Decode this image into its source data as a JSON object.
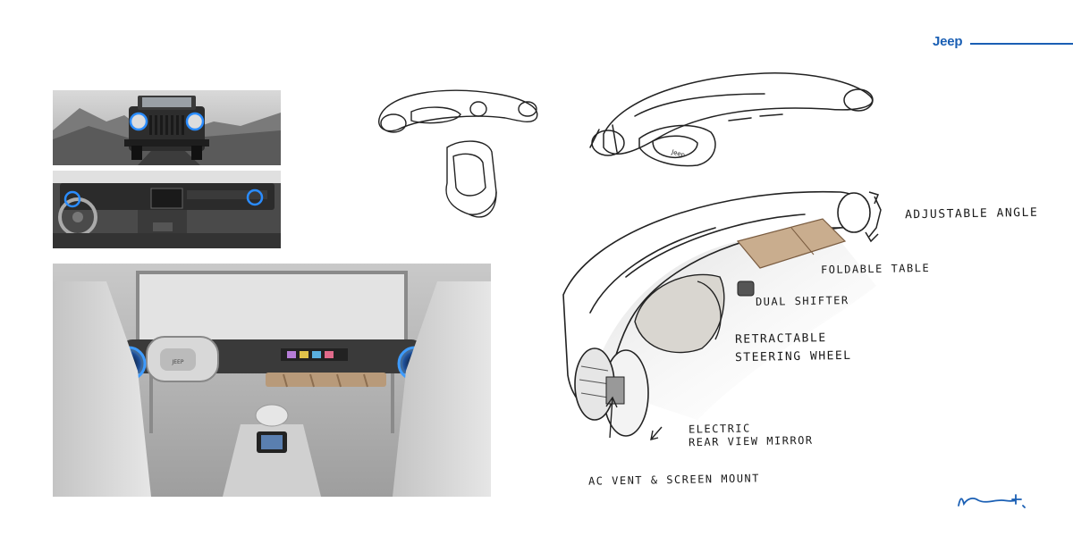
{
  "brand": {
    "name": "Jeep",
    "color": "#1a5fb4"
  },
  "sketch_labels": {
    "adjustable_angle": "ADJUSTABLE ANGLE",
    "foldable_table": "FOLDABLE TABLE",
    "dual_shifter": "DUAL SHIFTER",
    "retractable_line1": "RETRACTABLE",
    "retractable_line2": "STEERING WHEEL",
    "mirror_line1": "ELECTRIC",
    "mirror_line2": "REAR VIEW MIRROR",
    "ac_vent": "AC VENT & SCREEN MOUNT",
    "wheel_logo": "Jeep",
    "wheel_logo_render": "JEEP"
  },
  "colors": {
    "accent_glow": "#2a8cff",
    "sketch_line": "#222222",
    "wood": "#b89a7a"
  }
}
